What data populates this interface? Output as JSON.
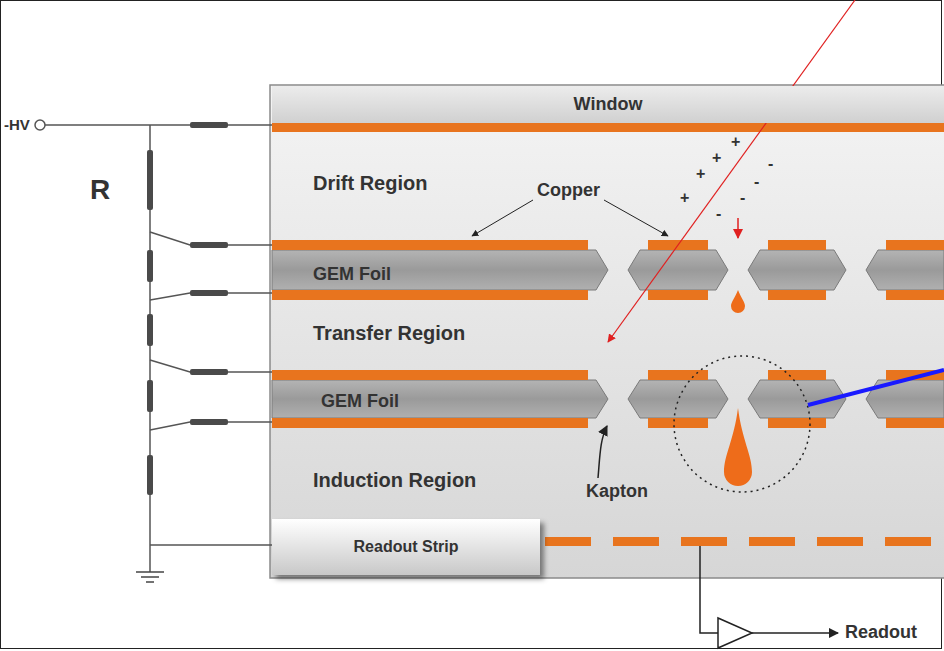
{
  "diagram": {
    "nodes": [
      {
        "text": [
          "Window"
        ]
      },
      {
        "text": [
          "Readout Strip"
        ]
      }
    ],
    "labels": [
      "-HV",
      "R",
      "Drift Region",
      "Copper",
      "+",
      "+",
      "+",
      "+",
      "-",
      "-",
      "-",
      "-",
      "GEM Foil",
      "Transfer Region",
      "GEM Foil",
      "Induction Region",
      "Kapton",
      "Readout"
    ]
  }
}
